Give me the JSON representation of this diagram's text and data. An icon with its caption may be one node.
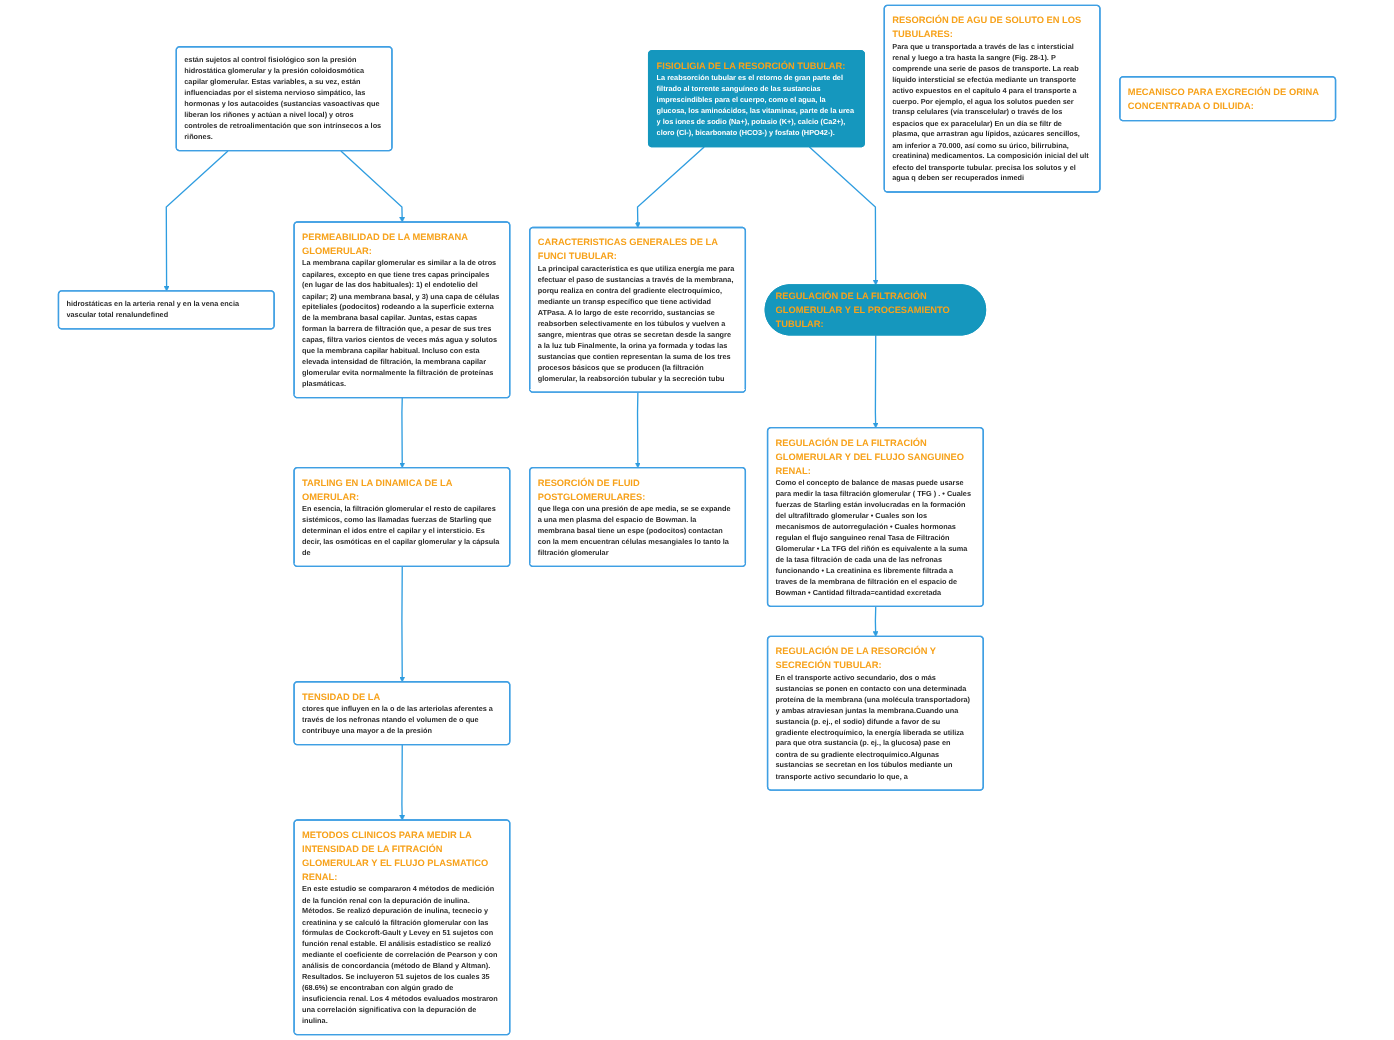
{
  "diagram": {
    "nodes": [
      {
        "text": [
          "hidrostáticas en la arteria renal y en la vena encia vascular total renalundefined"
        ]
      },
      {
        "text": [
          "están sujetos al control fisiológico son la presión hidrostática glomerular y la presión coloidosmótica capilar glomerular. Estas variables, a su vez, están influenciadas por el sistema nervioso simpático, las hormonas y los autacoides (sustancias vasoactivas que liberan los riñones y actúan a nivel local) y otros controles de retroalimentación que son intrínsecos a los riñones."
        ]
      },
      {
        "text": [
          "FISIOLIGIA DE LA RESORCIÓN TUBULAR:",
          "La reabsorción tubular es el retorno de gran parte del filtrado al torrente sanguíneo de las sustancias imprescindibles para el cuerpo, como el agua, la glucosa, los aminoácidos, las vitaminas, parte de la urea y los iones de sodio (Na+), potasio (K+), calcio (Ca2+), cloro (Cl-), bicarbonato (HCO3-) y fosfato (HPO42-)."
        ]
      },
      {
        "text": [
          "TARLING EN LA DINAMICA DE LA OMERULAR:",
          "En esencia, la filtración glomerular el resto de capilares sistémicos, como las llamadas fuerzas de Starling que determinan el idos entre el capilar y el intersticio. Es decir, las osmóticas en el capilar glomerular y la cápsula de"
        ]
      },
      {
        "text": [
          "PERMEABILIDAD DE LA MEMBRANA GLOMERULAR:",
          "La membrana capilar glomerular es similar a la de otros capilares, excepto en que tiene tres capas principales (en lugar de las dos habituales): 1) el endotelio del capilar; 2) una membrana basal, y 3) una capa de células epiteliales (podocitos) rodeando a la superficie externa de la membrana basal capilar. Juntas, estas capas forman la barrera de filtración que, a pesar de sus tres capas, filtra varios cientos de veces más agua y solutos que la membrana capilar habitual. Incluso con esta elevada intensidad de filtración, la membrana capilar glomerular evita normalmente la filtración de proteínas plasmáticas."
        ]
      },
      {
        "text": [
          "CARACTERISTICAS GENERALES DE LA FUNCI TUBULAR:",
          "La principal característica es que utiliza energía me para efectuar el paso de sustancias a través de la membrana, porqu realiza en contra del gradiente electroquímico, mediante un transp específico que tiene actividad ATPasa. A lo largo de este recorrido, sustancias se reabsorben selectivamente en los túbulos y vuelven a sangre, mientras que otras se secretan desde la sangre a la luz tub Finalmente, la orina ya formada y todas las sustancias que contien representan la suma de los tres procesos básicos que se producen (la filtración glomerular, la reabsorción tubular y la secreción tubu"
        ]
      },
      {
        "text": [
          "TENSIDAD DE LA",
          "ctores que influyen en la o de las arteriolas aferentes a través de los nefronas ntando el volumen de o que contribuye una mayor a de la presión"
        ]
      },
      {
        "text": [
          "REGULACIÓN DE LA FILTRACIÓN GLOMERULAR Y EL PROCESAMIENTO TUBULAR:"
        ]
      },
      {
        "text": [
          "RESORCIÓN DE FLUID POSTGLOMERULARES:",
          "que llega con una presión de ape media, se se expande a una men plasma del espacio de Bowman. la membrana basal tiene un espe (podocitos) contactan con la mem encuentran células mesangiales lo tanto la filtración glomerular"
        ]
      },
      {
        "text": [
          "METODOS CLINICOS PARA MEDIR LA INTENSIDAD DE LA FITRACIÓN GLOMERULAR Y EL FLUJO PLASMATICO RENAL:",
          "En este estudio se compararon 4 métodos de medición de la función renal con la depuración de inulina. Métodos. Se realizó depuración de inulina, tecnecio y creatinina y se calculó la filtración glomerular con las fórmulas de Cockcroft-Gault y Levey en 51 sujetos con función renal estable. El análisis estadístico se realizó mediante el coeficiente de correlación de Pearson y con análisis de concordancia (método de Bland y Altman). Resultados. Se incluyeron 51 sujetos de los cuales 35 (68.6%) se encontraban con algún grado de insuficiencia renal. Los 4 métodos evaluados mostraron una correlación significativa con la depuración de inulina."
        ]
      },
      {
        "text": [
          "REGULACIÓN DE LA FILTRACIÓN GLOMERULAR Y DEL FLUJO SANGUINEO RENAL:",
          "Como el concepto de balance de masas puede usarse para medir la tasa filtración glomerular ( TFG ) . • Cuales fuerzas de Starling están involucradas en la formación del ultrafiltrado glomerular • Cuales son los mecanismos de autorregulación • Cuales hormonas regulan el flujo sanguineo renal Tasa de Filtración Glomerular • La TFG del riñón es equivalente a la suma de la tasa filtración de cada una de las nefronas funcionando • La creatinina es libremente filtrada a traves de la membrana de filtración en el espacio de Bowman • Cantidad filtrada=cantidad excretada"
        ]
      },
      {
        "text": [
          "RESORCIÓN DE AGU DE SOLUTO EN LOS TUBULARES:",
          "Para que u transportada a través de las c intersticial renal y luego a tra hasta la sangre (Fig. 28-1). P comprende una serie de pasos de transporte. La reab líquido intersticial se efectúa mediante un transporte activo expuestos en el capítulo 4 para el transporte a cuerpo. Por ejemplo, el agua los solutos pueden ser transp celulares (vía transcelular) o través de los espacios que ex paracelular) En un día se filtr de plasma, que arrastran agu lípidos, azúcares sencillos, am inferior a 70.000, así como su úrico, bilirrubina, creatinina) medicamentos. La composición inicial del ult efecto del transporte tubular. precisa los solutos y el agua q deben ser recuperados inmedi"
        ]
      },
      {
        "text": [
          "REGULACIÓN DE LA RESORCIÓN Y SECRECIÓN TUBULAR:",
          "En el transporte activo secundario, dos o más sustancias se ponen en contacto con una determinada proteína de la membrana (una molécula transportadora) y ambas atraviesan juntas la membrana.Cuando una sustancia (p. ej., el sodio) difunde a favor de su gradiente electroquímico, la energía liberada se utiliza para que otra sustancia (p. ej., la glucosa) pase en contra de su gradiente electroquímico.Algunas sustancias se secretan en los túbulos mediante un transporte activo secundario lo que, a"
        ]
      },
      {
        "text": [
          "MECANISCO PARA EXCRECIÓN DE ORINA CONCENTRADA O DILUIDA:"
        ]
      }
    ],
    "edges": [
      {
        "from": 1,
        "to": 0,
        "arrow": "to"
      },
      {
        "from": 1,
        "to": 4,
        "arrow": "to"
      },
      {
        "from": 4,
        "to": 3,
        "arrow": "to"
      },
      {
        "from": 3,
        "to": 6,
        "arrow": "to"
      },
      {
        "from": 6,
        "to": 9,
        "arrow": "to"
      },
      {
        "from": 2,
        "to": 7,
        "arrow": "to"
      },
      {
        "from": 2,
        "to": 5,
        "arrow": "to"
      },
      {
        "from": 5,
        "to": 8,
        "arrow": "to"
      },
      {
        "from": 7,
        "to": 10,
        "arrow": "to"
      },
      {
        "from": 10,
        "to": 12,
        "arrow": "to"
      }
    ]
  }
}
